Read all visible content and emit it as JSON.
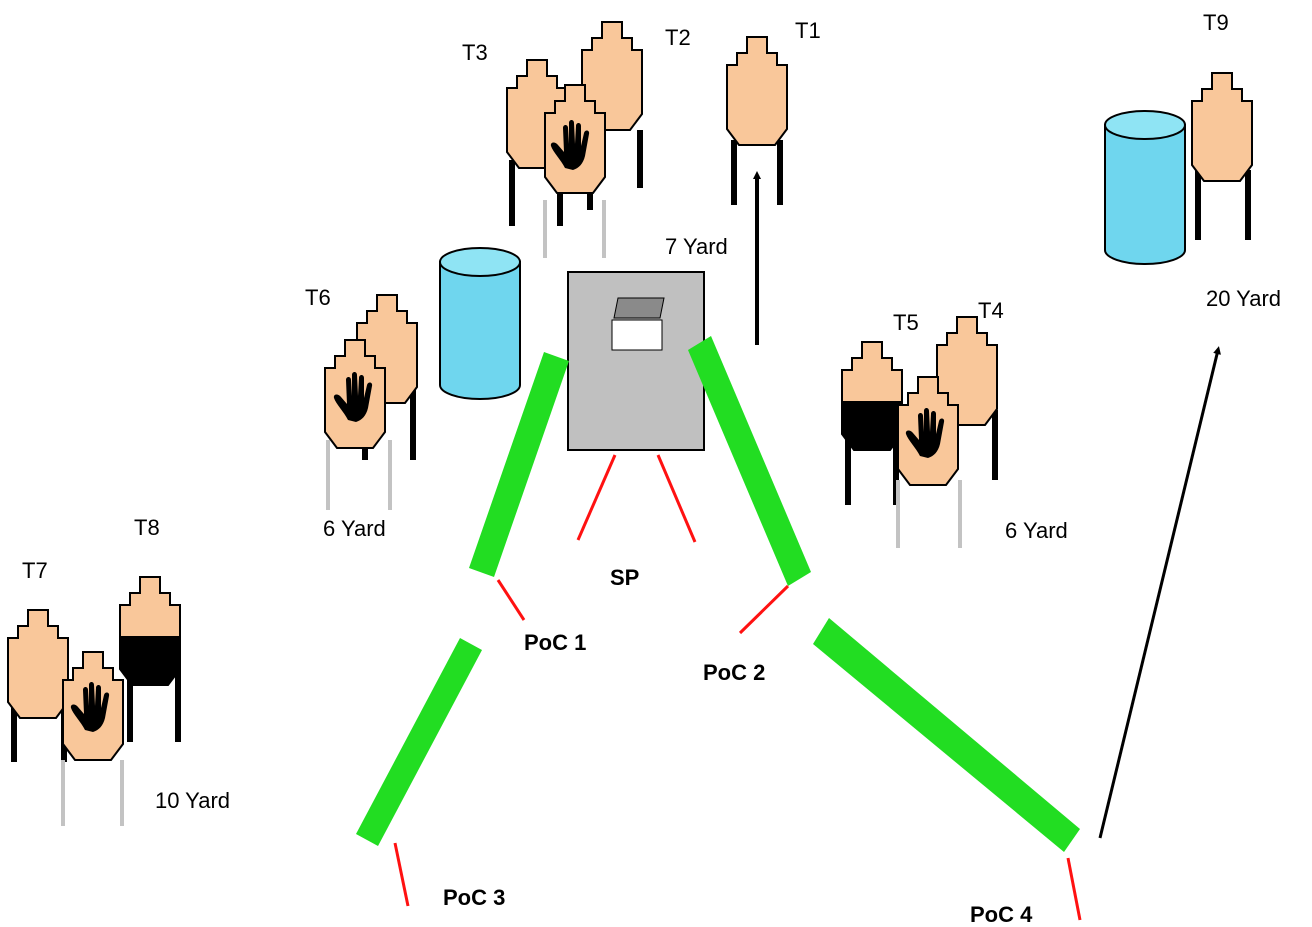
{
  "targets": {
    "t1": "T1",
    "t2": "T2",
    "t3": "T3",
    "t4": "T4",
    "t5": "T5",
    "t6": "T6",
    "t7": "T7",
    "t8": "T8",
    "t9": "T9"
  },
  "distances": {
    "t1": "7 Yard",
    "t6": "6 Yard",
    "t4_t5": "6 Yard",
    "t7_t8": "10 Yard",
    "t9": "20 Yard"
  },
  "positions": {
    "start": "SP",
    "poc1": "PoC 1",
    "poc2": "PoC 2",
    "poc3": "PoC 3",
    "poc4": "PoC 4"
  },
  "colors": {
    "target": "#f9c79a",
    "barrel": "#6fd6ee",
    "wall": "#22dd22",
    "fault_line": "#ff1111",
    "start_box": "#c0c0c0"
  },
  "icons": {
    "no_shoot": "hand-icon",
    "barrel": "barrel-icon",
    "start_box_prop": "box-icon"
  }
}
